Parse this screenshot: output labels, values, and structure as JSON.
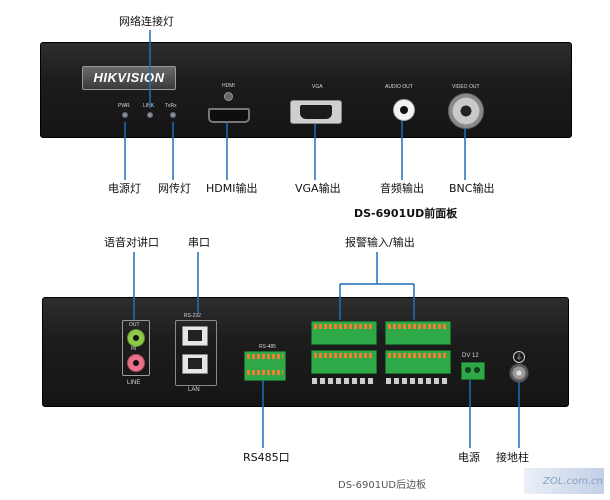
{
  "front": {
    "brand": "HIKVISION",
    "leds": [
      {
        "label": "PWR"
      },
      {
        "label": "LINK"
      },
      {
        "label": "TxRx"
      }
    ],
    "ports": {
      "hdmi": "HDMI",
      "vga": "VGA",
      "audio": "AUDIO OUT",
      "video": "VIDEO OUT"
    },
    "annotations": {
      "network_light": "网络连接灯",
      "power_light": "电源灯",
      "transfer_light": "网传灯",
      "hdmi_out": "HDMI输出",
      "vga_out": "VGA输出",
      "audio_out": "音频输出",
      "bnc_out": "BNC输出"
    },
    "caption": "DS-6901UD前面板"
  },
  "back": {
    "labels": {
      "out": "OUT",
      "in": "IN",
      "line": "LINE",
      "rs232": "RS-232",
      "lan": "LAN",
      "rs485": "RS-485",
      "dv12": "DV 12"
    },
    "annotations": {
      "intercom": "语音对讲口",
      "serial": "串口",
      "alarm_io": "报警输入/输出",
      "rs485": "RS485口",
      "power": "电源",
      "ground": "接地柱"
    },
    "caption": "DS-6901UD后边板"
  },
  "watermark": "ZOL.com.cn",
  "colors": {
    "panel": "#1c1c1c",
    "terminal": "#2fa847",
    "terminal_pins": "#f08030",
    "audio_out_jack": "#8fc94a",
    "audio_in_jack": "#e8728a"
  }
}
